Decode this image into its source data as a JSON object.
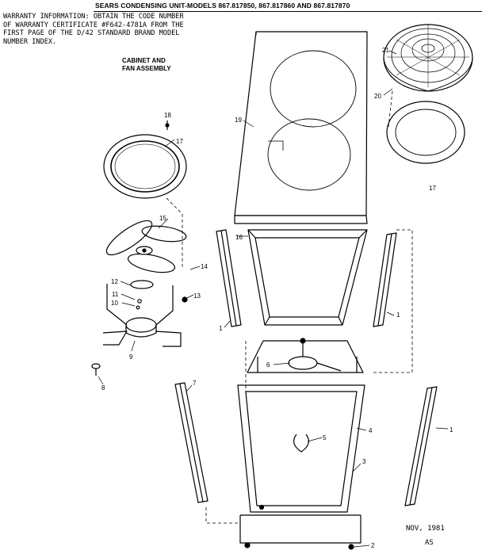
{
  "header": {
    "title": "SEARS CONDENSING UNIT-MODELS 867.817850, 867.817860 AND 867.817870"
  },
  "warranty": {
    "lines": [
      "WARRANTY INFORMATION: OBTAIN THE CODE NUMBER",
      "OF WARRANTY CERTIFICATE #F642-4781A FROM THE",
      "FIRST PAGE OF THE D/42 STANDARD BRAND MODEL",
      "NUMBER INDEX."
    ]
  },
  "section": {
    "line1": "CABINET AND",
    "line2": "FAN ASSEMBLY"
  },
  "callouts": {
    "c1a": "1",
    "c1b": "1",
    "c1c": "1",
    "c2": "2",
    "c3": "3",
    "c4": "4",
    "c5": "5",
    "c6": "6",
    "c7": "7",
    "c8": "8",
    "c9": "9",
    "c10": "10",
    "c11": "11",
    "c12": "12",
    "c13": "13",
    "c14": "14",
    "c15": "15",
    "c16": "16",
    "c17a": "17",
    "c17b": "17",
    "c18": "18",
    "c19": "19",
    "c20": "20",
    "c21": "21"
  },
  "footer": {
    "date": "NOV, 1981",
    "code": "AS"
  }
}
